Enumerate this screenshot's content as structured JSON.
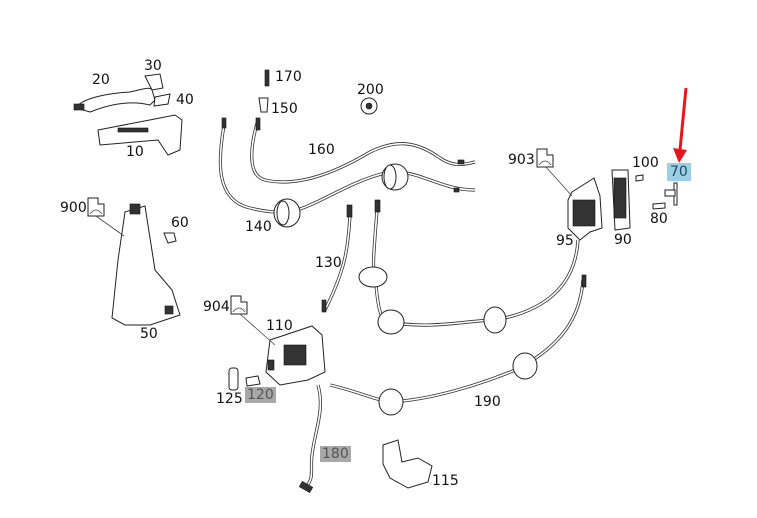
{
  "diagram": {
    "title": "Door lock mechanism parts diagram",
    "highlight_colors": {
      "selected": "#9ccfe6",
      "secondary": "#a8a8a8",
      "arrow": "#e8161b"
    },
    "labels": [
      {
        "id": "10",
        "text": "10"
      },
      {
        "id": "20",
        "text": "20"
      },
      {
        "id": "30",
        "text": "30"
      },
      {
        "id": "40",
        "text": "40"
      },
      {
        "id": "50",
        "text": "50"
      },
      {
        "id": "60",
        "text": "60"
      },
      {
        "id": "70",
        "text": "70",
        "highlight": "selected"
      },
      {
        "id": "80",
        "text": "80"
      },
      {
        "id": "90",
        "text": "90"
      },
      {
        "id": "95",
        "text": "95"
      },
      {
        "id": "100",
        "text": "100"
      },
      {
        "id": "110",
        "text": "110"
      },
      {
        "id": "115",
        "text": "115"
      },
      {
        "id": "120",
        "text": "120",
        "highlight": "secondary"
      },
      {
        "id": "125",
        "text": "125"
      },
      {
        "id": "130",
        "text": "130"
      },
      {
        "id": "140",
        "text": "140"
      },
      {
        "id": "150",
        "text": "150"
      },
      {
        "id": "160",
        "text": "160"
      },
      {
        "id": "170",
        "text": "170"
      },
      {
        "id": "180",
        "text": "180",
        "highlight": "secondary"
      },
      {
        "id": "190",
        "text": "190"
      },
      {
        "id": "200",
        "text": "200"
      },
      {
        "id": "900",
        "text": "900"
      },
      {
        "id": "903",
        "text": "903"
      },
      {
        "id": "904",
        "text": "904"
      }
    ],
    "icons": {
      "kit_symbol": "assembly-kit-icon",
      "pointer": "red-arrow-icon"
    }
  }
}
